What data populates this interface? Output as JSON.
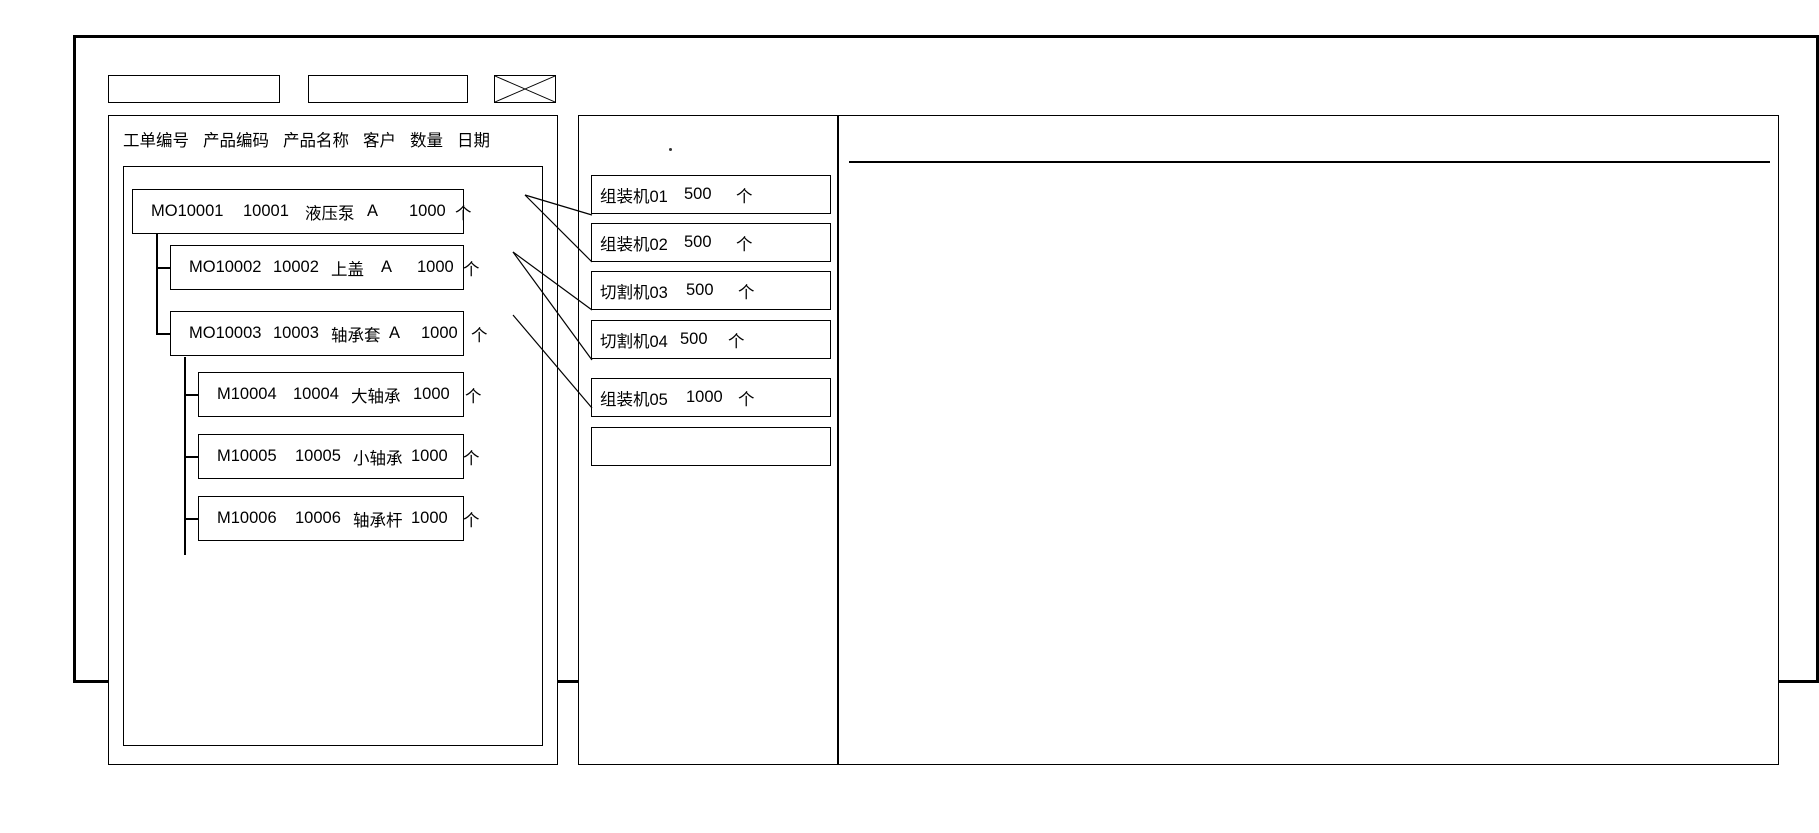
{
  "window": {
    "title": ""
  },
  "toolbar": {
    "field_1_value": "",
    "field_2_value": "",
    "image_placeholder_name": "image-placeholder"
  },
  "left_panel": {
    "columns": [
      "工单编号",
      "产品编码",
      "产品名称",
      "客户",
      "数量",
      "日期"
    ],
    "rows": [
      {
        "level": 0,
        "order_no": "MO10001",
        "product_code": "10001",
        "product_name": "液压泵",
        "customer": "A",
        "quantity": "1000",
        "unit": "个"
      },
      {
        "level": 1,
        "order_no": "MO10002",
        "product_code": "10002",
        "product_name": "上盖",
        "customer": "A",
        "quantity": "1000",
        "unit": "个"
      },
      {
        "level": 1,
        "order_no": "MO10003",
        "product_code": "10003",
        "product_name": "轴承套",
        "customer": "A",
        "quantity": "1000",
        "unit": "个"
      },
      {
        "level": 2,
        "order_no": "M10004",
        "product_code": "10004",
        "product_name": "大轴承",
        "customer": "",
        "quantity": "1000",
        "unit": "个"
      },
      {
        "level": 2,
        "order_no": "M10005",
        "product_code": "10005",
        "product_name": "小轴承",
        "customer": "",
        "quantity": "1000",
        "unit": "个"
      },
      {
        "level": 2,
        "order_no": "M10006",
        "product_code": "10006",
        "product_name": "轴承杆",
        "customer": "",
        "quantity": "1000",
        "unit": "个"
      }
    ]
  },
  "mid_panel": {
    "operations": [
      {
        "machine": "组装机01",
        "quantity": "500",
        "unit": "个"
      },
      {
        "machine": "组装机02",
        "quantity": "500",
        "unit": "个"
      },
      {
        "machine": "切割机03",
        "quantity": "500",
        "unit": "个"
      },
      {
        "machine": "切割机04",
        "quantity": "500",
        "unit": "个"
      },
      {
        "machine": "组装机05",
        "quantity": "1000",
        "unit": "个"
      },
      {
        "machine": "",
        "quantity": "",
        "unit": ""
      }
    ]
  },
  "right_panel": {
    "header_text": "",
    "body_text": ""
  },
  "colors": {
    "stroke": "#000000",
    "background": "#ffffff"
  }
}
